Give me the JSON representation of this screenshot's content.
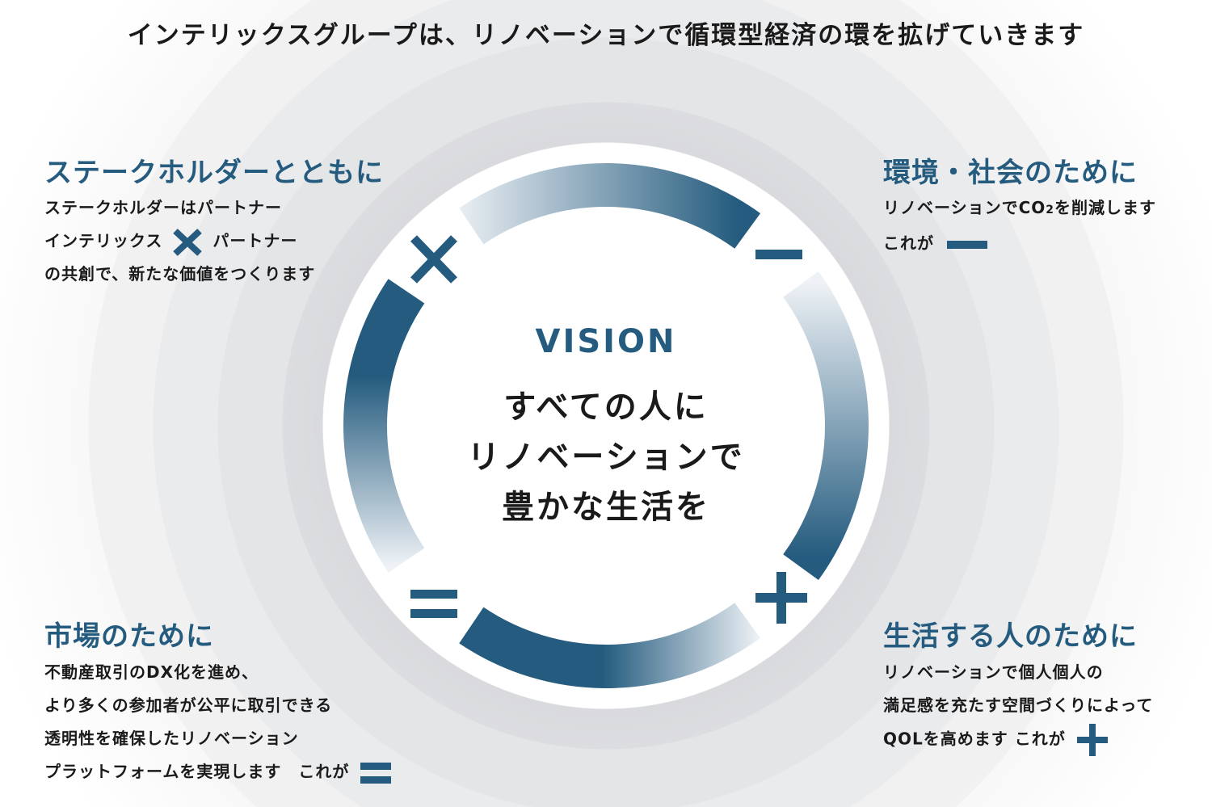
{
  "title": "インテリックスグループは、リノベーションで循環型経済の環を拡げていきます",
  "center": {
    "vision": "VISION",
    "lines": [
      "すべての人に",
      "リノベーションで",
      "豊かな生活を"
    ]
  },
  "colors": {
    "accent": "#245b7e",
    "light": "#eef2f6"
  },
  "sections": [
    {
      "heading": "ステークホルダーとともに",
      "lines": [
        "ステークホルダーはパートナー",
        "インテリックス",
        "パートナー",
        "の共創で、新たな価値をつくります"
      ],
      "symbol": "times-icon"
    },
    {
      "heading": "環境・社会のために",
      "lines": [
        "リノベーションでCO",
        "2",
        "を削減します",
        "これが"
      ],
      "symbol": "minus-icon"
    },
    {
      "heading": "市場のために",
      "lines": [
        "不動産取引のDX化を進め、",
        "より多くの参加者が公平に取引できる",
        "透明性を確保したリノベーション",
        "プラットフォームを実現します　これが"
      ],
      "symbol": "equals-icon"
    },
    {
      "heading": "生活する人のために",
      "lines": [
        "リノベーションで個人個人の",
        "満足感を充たす空間づくりによって",
        "QOLを高めます これが"
      ],
      "symbol": "plus-icon"
    }
  ]
}
